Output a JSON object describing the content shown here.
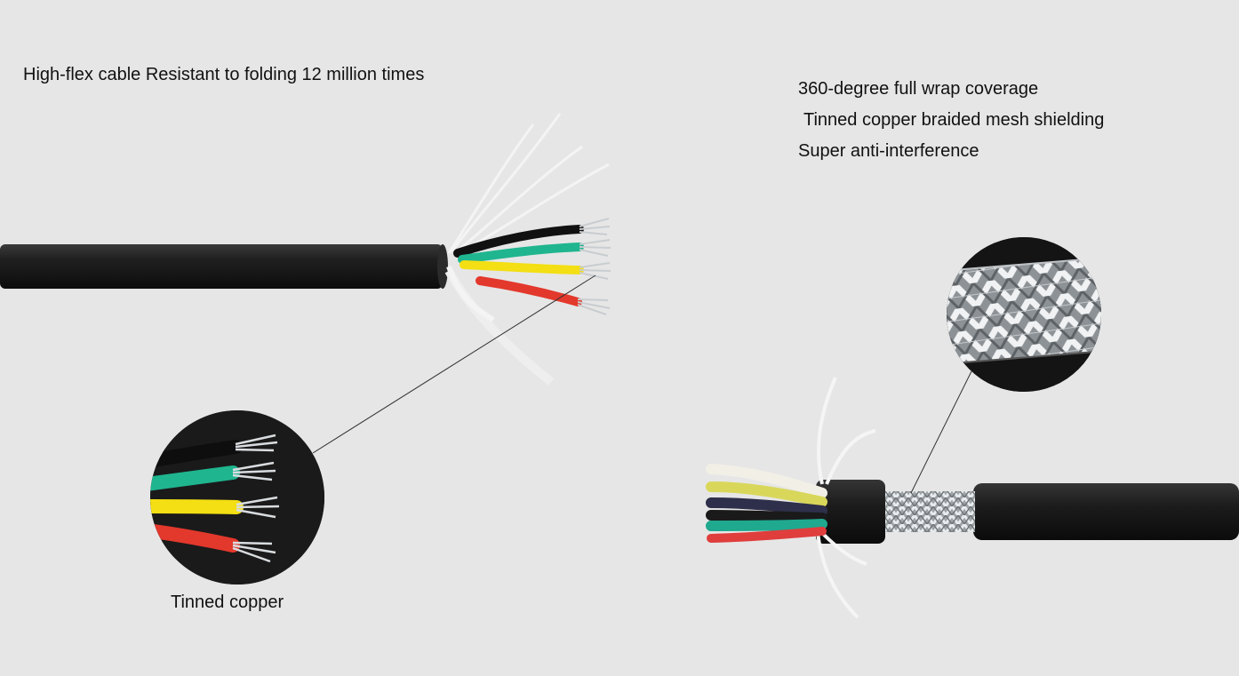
{
  "left_panel": {
    "headline": "High-flex cable Resistant to folding 12 million times",
    "zoom_caption": "Tinned copper",
    "wire_colors": [
      "#111111",
      "#1fb58f",
      "#f3df13",
      "#e3382c"
    ]
  },
  "right_panel": {
    "lines": [
      "360-degree full wrap coverage",
      " Tinned copper braided mesh shielding",
      "Super anti-interference"
    ],
    "wire_colors": [
      "#f2efe6",
      "#d9d75a",
      "#2e2f4a",
      "#1a1a1a",
      "#1fa98f",
      "#e03d3d"
    ]
  },
  "colors": {
    "background": "#e6e6e6",
    "jacket": "#1c1c1c",
    "text": "#111111"
  },
  "icons": [
    "cable-illustration",
    "magnifier-circle-wires",
    "magnifier-circle-braid"
  ]
}
